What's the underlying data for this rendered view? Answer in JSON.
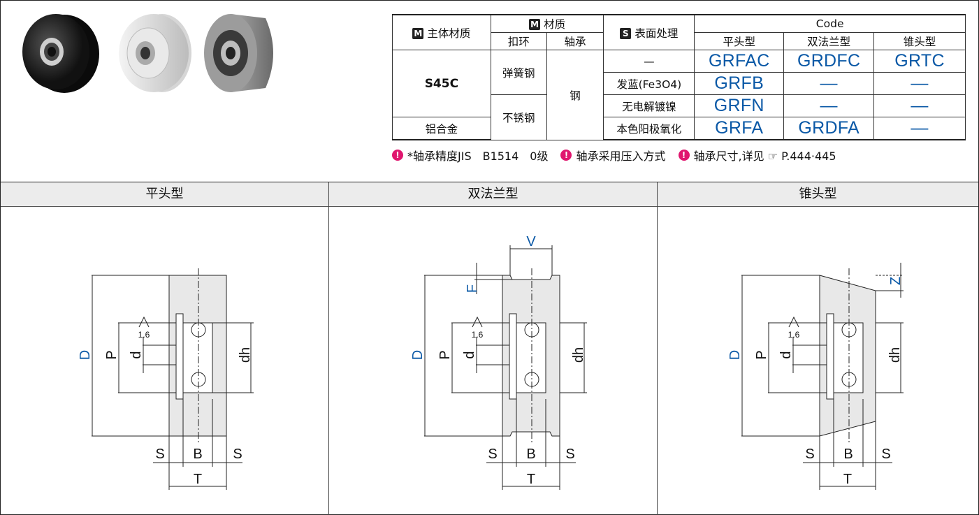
{
  "table": {
    "header_material": "主体材质",
    "header_material_badge": "M",
    "header_sub": "材质",
    "header_sub_badge": "M",
    "header_surface": "表面处理",
    "header_surface_badge": "S",
    "header_code": "Code",
    "col_ring": "扣环",
    "col_bearing": "轴承",
    "code_cols": [
      "平头型",
      "双法兰型",
      "锥头型"
    ],
    "mat_s45c": "S45C",
    "mat_al": "铝合金",
    "ring_spring": "弹簧钢",
    "ring_stainless": "不锈钢",
    "bearing_steel": "钢",
    "surfaces": [
      "—",
      "发蓝(Fe3O4)",
      "无电解镀镍",
      "本色阳极氧化"
    ],
    "rows": [
      [
        "GRFAC",
        "GRDFC",
        "GRTC"
      ],
      [
        "GRFB",
        "—",
        "—"
      ],
      [
        "GRFN",
        "—",
        "—"
      ],
      [
        "GRFA",
        "GRDFA",
        "—"
      ]
    ]
  },
  "notes": [
    "*轴承精度JIS　B1514　0级",
    "轴承采用压入方式",
    "轴承尺寸,详见 ☞ P.444·445"
  ],
  "panels": [
    "平头型",
    "双法兰型",
    "锥头型"
  ],
  "dims": {
    "D": "D",
    "P": "P",
    "d": "d",
    "dh": "dh",
    "S": "S",
    "B": "B",
    "T": "T",
    "V": "V",
    "F": "F",
    "Z": "Z",
    "roughness": "1.6"
  },
  "colors": {
    "code": "#0a58a6",
    "dim_blue": "#0a58a6",
    "warn": "#e0166f"
  }
}
